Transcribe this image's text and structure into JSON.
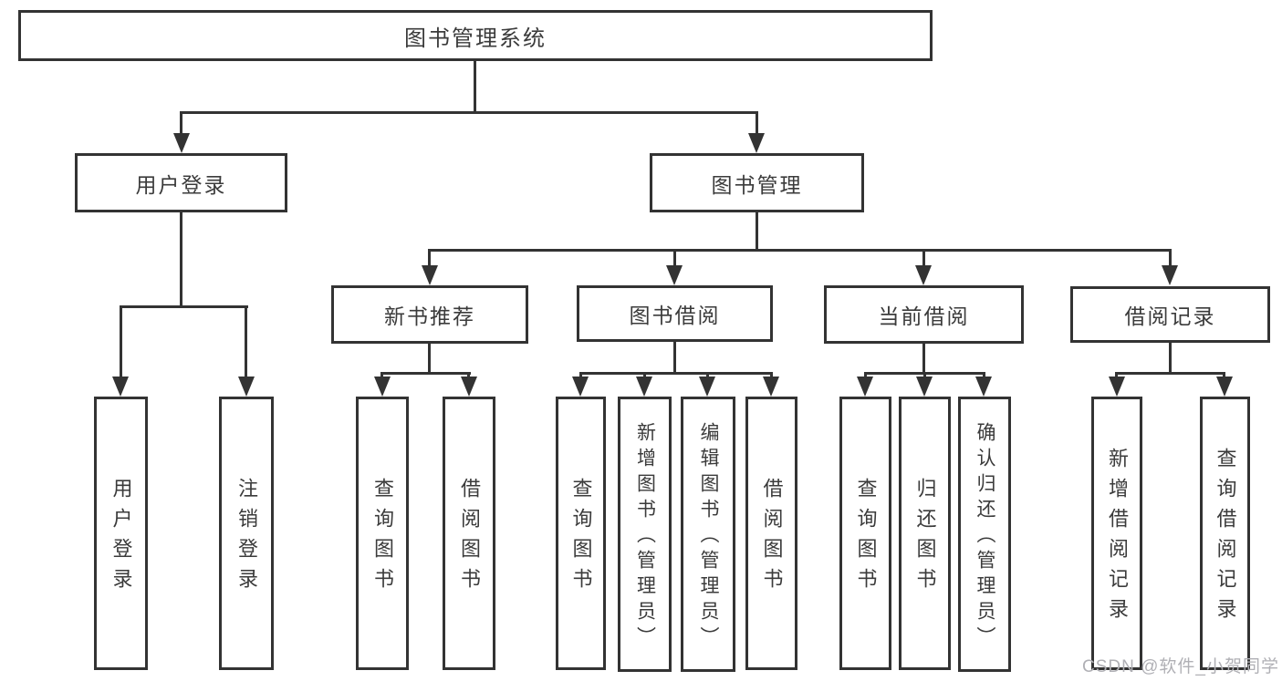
{
  "diagram_title": "图书管理系统",
  "diagram_type": "hierarchy-tree",
  "colors": {
    "line": "#333333",
    "text": "#3b3b3b",
    "background": "#ffffff",
    "watermark": "#b0b0b5"
  },
  "nodes": [
    {
      "id": "root",
      "label": "图书管理系统",
      "parent": null,
      "level": 1
    },
    {
      "id": "user-login",
      "label": "用户登录",
      "parent": "root",
      "level": 2
    },
    {
      "id": "book-management",
      "label": "图书管理",
      "parent": "root",
      "level": 2
    },
    {
      "id": "new-book-recommendation",
      "label": "新书推荐",
      "parent": "book-management",
      "level": 3
    },
    {
      "id": "book-borrowing",
      "label": "图书借阅",
      "parent": "book-management",
      "level": 3
    },
    {
      "id": "current-borrowing",
      "label": "当前借阅",
      "parent": "book-management",
      "level": 3
    },
    {
      "id": "borrowing-records",
      "label": "借阅记录",
      "parent": "book-management",
      "level": 3
    },
    {
      "id": "leaf-user-login",
      "label": "用户登录",
      "parent": "user-login",
      "level": 4
    },
    {
      "id": "leaf-logout",
      "label": "注销登录",
      "parent": "user-login",
      "level": 4
    },
    {
      "id": "leaf-query-books-recommend",
      "label": "查询图书",
      "parent": "new-book-recommendation",
      "level": 4
    },
    {
      "id": "leaf-borrow-books-recommend",
      "label": "借阅图书",
      "parent": "new-book-recommendation",
      "level": 4
    },
    {
      "id": "leaf-query-books-borrowing",
      "label": "查询图书",
      "parent": "book-borrowing",
      "level": 4
    },
    {
      "id": "leaf-add-books-admin",
      "label": "新增图书（管理员）",
      "parent": "book-borrowing",
      "level": 4
    },
    {
      "id": "leaf-edit-books-admin",
      "label": "编辑图书（管理员）",
      "parent": "book-borrowing",
      "level": 4
    },
    {
      "id": "leaf-borrow-books-borrowing",
      "label": "借阅图书",
      "parent": "book-borrowing",
      "level": 4
    },
    {
      "id": "leaf-query-books-current",
      "label": "查询图书",
      "parent": "current-borrowing",
      "level": 4
    },
    {
      "id": "leaf-return-books",
      "label": "归还图书",
      "parent": "current-borrowing",
      "level": 4
    },
    {
      "id": "leaf-confirm-return-admin",
      "label": "确认归还（管理员）",
      "parent": "current-borrowing",
      "level": 4
    },
    {
      "id": "leaf-add-borrow-record",
      "label": "新增借阅记录",
      "parent": "borrowing-records",
      "level": 4
    },
    {
      "id": "leaf-query-borrow-record",
      "label": "查询借阅记录",
      "parent": "borrowing-records",
      "level": 4
    }
  ],
  "watermark": {
    "text": "CSDN @软件_小贺同学"
  }
}
